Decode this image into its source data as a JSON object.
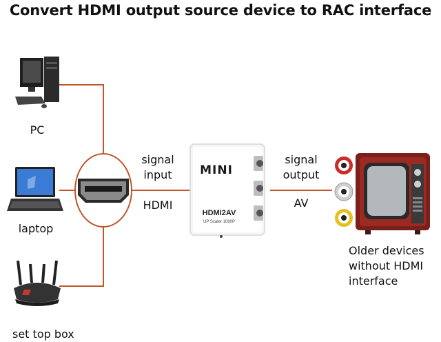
{
  "title": "Convert HDMI output source device to RAC interface",
  "sources": [
    {
      "label": "PC",
      "icon": "pc-icon"
    },
    {
      "label": "laptop",
      "icon": "laptop-icon"
    },
    {
      "label": "set top box",
      "icon": "router-icon"
    }
  ],
  "connection_in": {
    "line1": "signal",
    "line2": "input",
    "type": "HDMI"
  },
  "connection_out": {
    "line1": "signal",
    "line2": "output",
    "type": "AV"
  },
  "converter": {
    "brand": "MINI",
    "model": "HDMI2AV",
    "subtitle": "UP Scaler 1080P"
  },
  "output_device": {
    "line1": "Older devices",
    "line2": "without HDMI",
    "line3": "interface"
  },
  "colors": {
    "line": "#c0562a",
    "rca_red": "#cc2b2b",
    "rca_white": "#e8e8e8",
    "rca_yellow": "#e6c11e",
    "tv_body": "#7a1f1a"
  }
}
